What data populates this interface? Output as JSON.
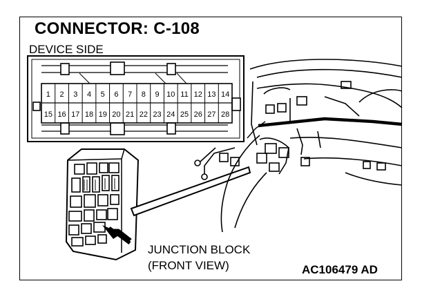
{
  "header": {
    "title": "CONNECTOR: C-108",
    "view": "DEVICE SIDE"
  },
  "connector": {
    "row1": [
      "1",
      "2",
      "3",
      "4",
      "5",
      "6",
      "7",
      "8",
      "9",
      "10",
      "11",
      "12",
      "13",
      "14"
    ],
    "row2": [
      "15",
      "16",
      "17",
      "18",
      "19",
      "20",
      "21",
      "22",
      "23",
      "24",
      "25",
      "26",
      "27",
      "28"
    ]
  },
  "callout": {
    "line1": "JUNCTION BLOCK",
    "line2": "(FRONT VIEW)"
  },
  "figure_code": "AC106479 AD"
}
